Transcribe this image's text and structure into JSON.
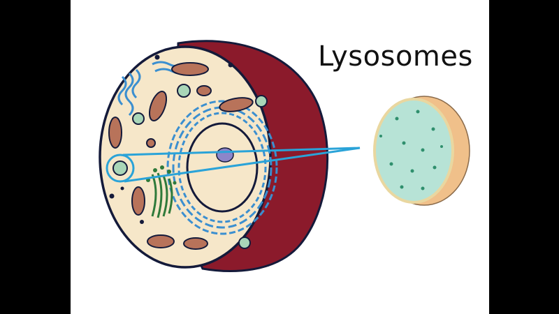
{
  "title": "Lysosomes",
  "colors": {
    "background_bars": "#000000",
    "panel": "#ffffff",
    "outer_wall": "#8b1a2b",
    "cytoplasm": "#f6e7c9",
    "outline": "#141a3a",
    "er_blue": "#3b8fd0",
    "mitochondria": "#b8735a",
    "golgi_green": "#2f7a3a",
    "vacuole_green": "#a9d6b8",
    "nucleolus": "#8c85c9",
    "pointer_line": "#2aa3d8",
    "lysosome_fill": "#b7e3d6",
    "lysosome_rim": "#f0c08a",
    "lysosome_dots": "#2f8f6d"
  },
  "icons": [
    "animal-cell-cross-section",
    "magnified-lysosome"
  ]
}
